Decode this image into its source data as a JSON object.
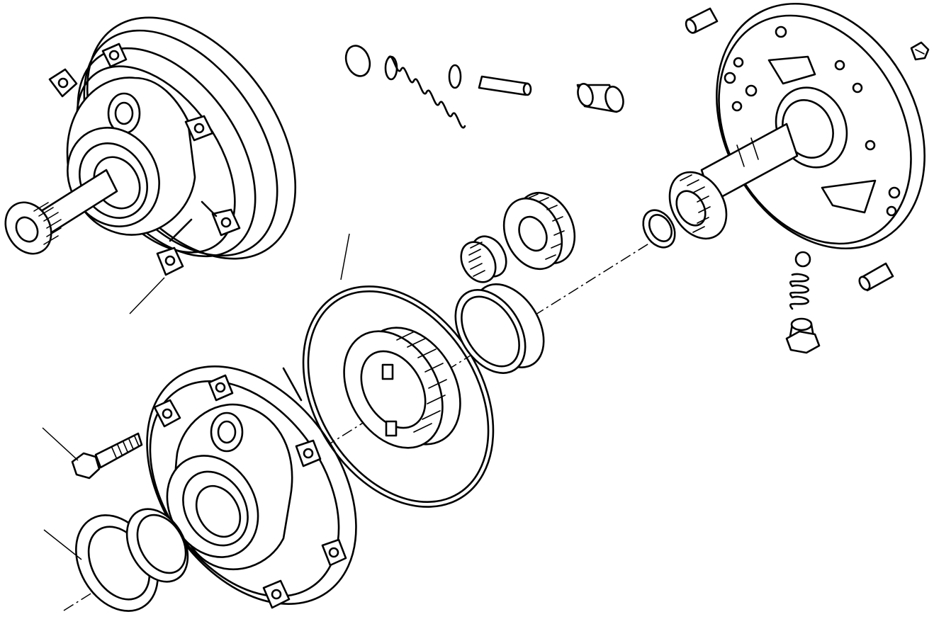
{
  "diagram": {
    "kind": "exploded-view",
    "subject_icon": "hydraulic-pump-assembly-icon",
    "line_color": "#000000",
    "background": "#ffffff",
    "parts": [
      {
        "id": "pump-assembly-top-left",
        "icon": "pump-housing-with-shaft-icon"
      },
      {
        "id": "pump-front-cover",
        "icon": "pump-cover-icon"
      },
      {
        "id": "cap-screw",
        "icon": "bolt-icon"
      },
      {
        "id": "shaft-seal",
        "icon": "seal-ring-icon"
      },
      {
        "id": "bushing",
        "icon": "bushing-icon"
      },
      {
        "id": "o-ring",
        "icon": "o-ring-icon"
      },
      {
        "id": "internal-gear",
        "icon": "ring-gear-icon"
      },
      {
        "id": "outer-race",
        "icon": "race-ring-icon"
      },
      {
        "id": "needle-bearing",
        "icon": "needle-bearing-icon"
      },
      {
        "id": "drive-gear",
        "icon": "spur-gear-icon"
      },
      {
        "id": "snap-ring",
        "icon": "snap-ring-icon"
      },
      {
        "id": "ball",
        "icon": "ball-icon"
      },
      {
        "id": "relief-spring",
        "icon": "spring-icon"
      },
      {
        "id": "dowel-pin",
        "icon": "pin-icon"
      },
      {
        "id": "relief-valve-plunger",
        "icon": "plunger-icon"
      },
      {
        "id": "pump-body-stator",
        "icon": "stator-shaft-icon"
      },
      {
        "id": "roll-pin",
        "icon": "pin-icon"
      },
      {
        "id": "plug-screw",
        "icon": "plug-icon"
      },
      {
        "id": "lower-pin",
        "icon": "pin-icon"
      },
      {
        "id": "lower-spring",
        "icon": "spring-icon"
      },
      {
        "id": "adjusting-nut",
        "icon": "nut-icon"
      }
    ]
  }
}
